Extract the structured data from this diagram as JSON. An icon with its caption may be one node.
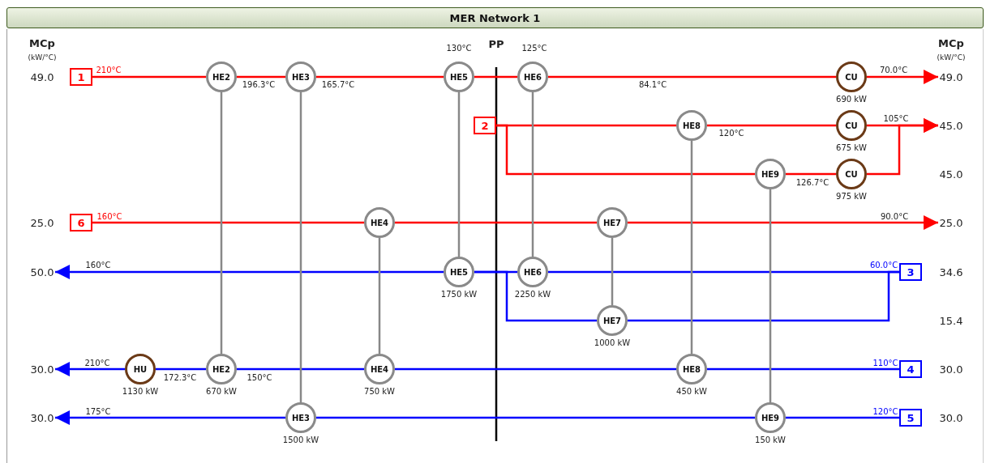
{
  "diagram": {
    "title": "MER Network 1",
    "nodes": [
      {
        "text": [
          "1"
        ]
      },
      {
        "text": [
          "HE2"
        ]
      },
      {
        "text": [
          "HE3"
        ]
      },
      {
        "text": [
          "HE5"
        ]
      },
      {
        "text": [
          "HE6"
        ]
      },
      {
        "text": [
          "CU"
        ],
        "beside": [
          "690 kW"
        ]
      },
      {
        "text": [
          "2"
        ]
      },
      {
        "text": [
          "HE8"
        ]
      },
      {
        "text": [
          "CU"
        ],
        "beside": [
          "675 kW"
        ]
      },
      {
        "text": [
          "HE9"
        ]
      },
      {
        "text": [
          "CU"
        ],
        "beside": [
          "975 kW"
        ]
      },
      {
        "text": [
          "6"
        ]
      },
      {
        "text": [
          "HE4"
        ]
      },
      {
        "text": [
          "HE7"
        ]
      },
      {
        "text": [
          "HE5"
        ],
        "beside": [
          "1750 kW"
        ]
      },
      {
        "text": [
          "HE6"
        ],
        "beside": [
          "2250 kW"
        ]
      },
      {
        "text": [
          "3"
        ]
      },
      {
        "text": [
          "HE7"
        ],
        "beside": [
          "1000 kW"
        ]
      },
      {
        "text": [
          "HU"
        ],
        "beside": [
          "1130 kW"
        ]
      },
      {
        "text": [
          "HE2"
        ],
        "beside": [
          "670 kW"
        ]
      },
      {
        "text": [
          "HE4"
        ],
        "beside": [
          "750 kW"
        ]
      },
      {
        "text": [
          "HE8"
        ],
        "beside": [
          "450 kW"
        ]
      },
      {
        "text": [
          "4"
        ]
      },
      {
        "text": [
          "HE3"
        ],
        "beside": [
          "1500 kW"
        ]
      },
      {
        "text": [
          "HE9"
        ],
        "beside": [
          "150 kW"
        ]
      },
      {
        "text": [
          "5"
        ]
      },
      {
        "text": [
          "49.0"
        ]
      },
      {
        "text": [
          "45.0"
        ]
      },
      {
        "text": [
          "25.0"
        ]
      },
      {
        "text": [
          "50.0"
        ]
      },
      {
        "text": [
          "30.0"
        ]
      },
      {
        "text": [
          "30.0"
        ]
      }
    ],
    "edges": [
      {
        "from": 0,
        "to": 1,
        "arrow": "none",
        "label": "210°C",
        "color": "#ff0000"
      },
      {
        "from": 1,
        "to": 2,
        "arrow": "none",
        "label": "196.3°C",
        "color": "#ff0000"
      },
      {
        "from": 2,
        "to": 3,
        "arrow": "none",
        "label": "165.7°C",
        "color": "#ff0000"
      },
      {
        "from": 3,
        "to": 4,
        "arrow": "none",
        "color": "#ff0000"
      },
      {
        "from": 4,
        "to": 5,
        "arrow": "none",
        "label": "84.1°C",
        "color": "#ff0000"
      },
      {
        "from": 5,
        "to": 26,
        "arrow": "to",
        "label": "70.0°C",
        "color": "#ff0000"
      },
      {
        "from": 6,
        "to": 7,
        "arrow": "none",
        "color": "#ff0000"
      },
      {
        "from": 6,
        "to": 9,
        "arrow": "none",
        "color": "#ff0000"
      },
      {
        "from": 7,
        "to": 8,
        "arrow": "none",
        "label": "120°C",
        "color": "#ff0000"
      },
      {
        "from": 9,
        "to": 10,
        "arrow": "none",
        "label": "126.7°C",
        "color": "#ff0000"
      },
      {
        "from": 8,
        "to": 27,
        "arrow": "to",
        "label": "105°C",
        "color": "#ff0000"
      },
      {
        "from": 10,
        "to": 27,
        "arrow": "to",
        "color": "#ff0000"
      },
      {
        "from": 11,
        "to": 12,
        "arrow": "none",
        "label": "160°C",
        "color": "#ff0000"
      },
      {
        "from": 12,
        "to": 13,
        "arrow": "none",
        "color": "#ff0000"
      },
      {
        "from": 13,
        "to": 28,
        "arrow": "to",
        "label": "90.0°C",
        "color": "#ff0000"
      },
      {
        "from": 16,
        "to": 15,
        "arrow": "none",
        "label": "60.0°C",
        "color": "#0000ff"
      },
      {
        "from": 16,
        "to": 17,
        "arrow": "none",
        "color": "#0000ff"
      },
      {
        "from": 15,
        "to": 14,
        "arrow": "none",
        "color": "#0000ff"
      },
      {
        "from": 17,
        "to": 14,
        "arrow": "none",
        "color": "#0000ff"
      },
      {
        "from": 14,
        "to": 29,
        "arrow": "to",
        "label": "160°C",
        "color": "#0000ff"
      },
      {
        "from": 22,
        "to": 21,
        "arrow": "none",
        "label": "110°C",
        "color": "#0000ff"
      },
      {
        "from": 21,
        "to": 20,
        "arrow": "none",
        "color": "#0000ff"
      },
      {
        "from": 20,
        "to": 19,
        "arrow": "none",
        "label": "150°C",
        "color": "#0000ff"
      },
      {
        "from": 19,
        "to": 18,
        "arrow": "none",
        "label": "172.3°C",
        "color": "#0000ff"
      },
      {
        "from": 18,
        "to": 30,
        "arrow": "to",
        "label": "210°C",
        "color": "#0000ff"
      },
      {
        "from": 25,
        "to": 24,
        "arrow": "none",
        "label": "120°C",
        "color": "#0000ff"
      },
      {
        "from": 24,
        "to": 23,
        "arrow": "none",
        "color": "#0000ff"
      },
      {
        "from": 23,
        "to": 31,
        "arrow": "to",
        "label": "175°C",
        "color": "#0000ff"
      },
      {
        "from": 1,
        "to": 19,
        "arrow": "none",
        "color": "#888888"
      },
      {
        "from": 2,
        "to": 23,
        "arrow": "none",
        "color": "#888888"
      },
      {
        "from": 12,
        "to": 20,
        "arrow": "none",
        "color": "#888888"
      },
      {
        "from": 3,
        "to": 14,
        "arrow": "none",
        "color": "#888888"
      },
      {
        "from": 4,
        "to": 15,
        "arrow": "none",
        "color": "#888888"
      },
      {
        "from": 13,
        "to": 17,
        "arrow": "none",
        "color": "#888888"
      },
      {
        "from": 7,
        "to": 21,
        "arrow": "none",
        "color": "#888888"
      },
      {
        "from": 9,
        "to": 24,
        "arrow": "none",
        "color": "#888888"
      }
    ],
    "labels": [
      "MCp",
      "130°C",
      "PP",
      "125°C",
      "MCp",
      "(kW/°C)",
      "(kW/°C)",
      "49.0",
      "45.0",
      "25.0",
      "34.6",
      "15.4",
      "30.0",
      "30.0"
    ]
  }
}
